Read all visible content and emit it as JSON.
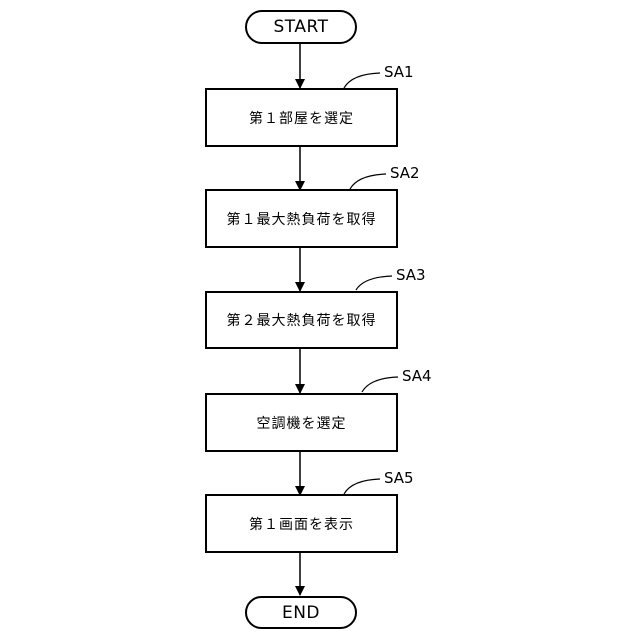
{
  "flowchart": {
    "start": {
      "label": "START"
    },
    "end": {
      "label": "END"
    },
    "steps": [
      {
        "id": "SA1",
        "label": "第１部屋を選定"
      },
      {
        "id": "SA2",
        "label": "第１最大熱負荷を取得"
      },
      {
        "id": "SA3",
        "label": "第２最大熱負荷を取得"
      },
      {
        "id": "SA4",
        "label": "空調機を選定"
      },
      {
        "id": "SA5",
        "label": "第１画面を表示"
      }
    ]
  }
}
